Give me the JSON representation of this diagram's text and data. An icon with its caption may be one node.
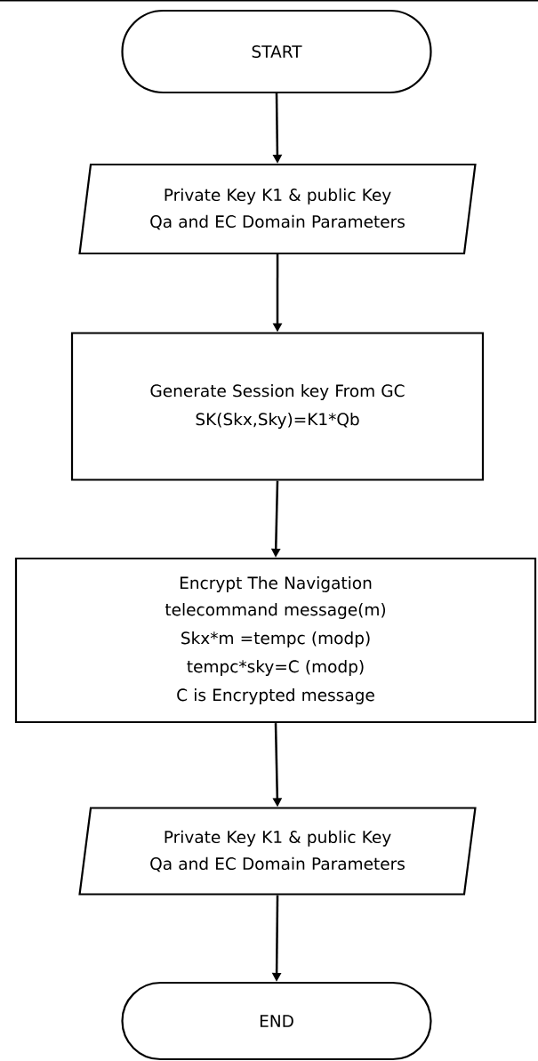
{
  "diagram": {
    "nodes": [
      {
        "text": [
          "START"
        ]
      },
      {
        "text": [
          "Private Key K1 & public Key Qa and EC Domain Parameters"
        ]
      },
      {
        "text": [
          "Generate Session key From GC",
          "SK(Skx,Sky)=K1*Qb"
        ]
      },
      {
        "text": [
          "Encrypt The Navigation telecommand message(m)",
          "Skx*m =tempc (modp)",
          "tempc*sky=C (modp)",
          "C is Encrypted message"
        ]
      },
      {
        "text": [
          "Private Key K1 & public Key Qa and EC Domain Parameters"
        ]
      },
      {
        "text": [
          "END"
        ]
      }
    ],
    "edges": [
      {
        "from": 0,
        "to": 1,
        "arrow": "to"
      },
      {
        "from": 1,
        "to": 2,
        "arrow": "to"
      },
      {
        "from": 2,
        "to": 3,
        "arrow": "to"
      },
      {
        "from": 3,
        "to": 4,
        "arrow": "to"
      },
      {
        "from": 4,
        "to": 5,
        "arrow": "to"
      }
    ]
  }
}
